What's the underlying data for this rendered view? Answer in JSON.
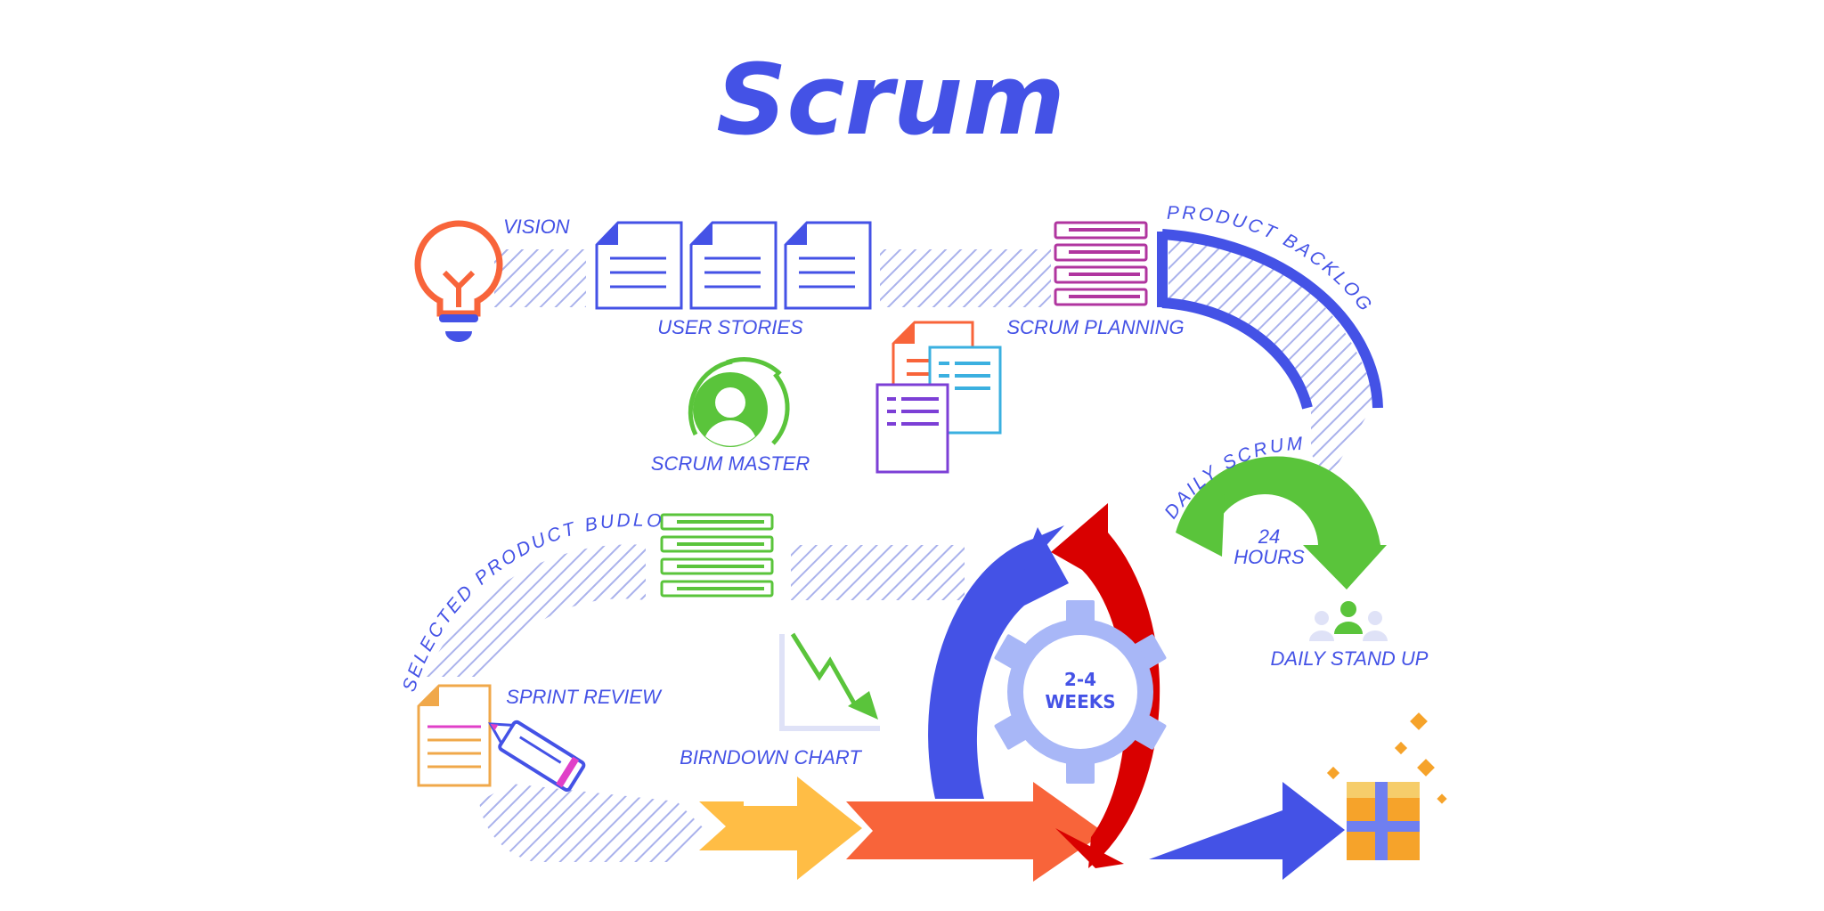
{
  "title": "Scrum",
  "colors": {
    "primary": "#4452e6",
    "orange": "#f8643a",
    "red": "#d90000",
    "green": "#5ac43b",
    "yellow": "#ffbd45",
    "magenta": "#b0359f",
    "hatch": "#aab2ec"
  },
  "labels": {
    "vision": "VISION",
    "user_stories": "USER STORIES",
    "scrum_planning": "SCRUM PLANNING",
    "product_backlog": "PRODUCT BACKLOG",
    "scrum_master": "SCRUM MASTER",
    "daily_scrum": "DAILY SCRUM",
    "hours_line1": "24",
    "hours_line2": "HOURS",
    "daily_stand_up": "DAILY STAND UP",
    "selected_product_backlog": "SELECTED PRODUCT BUDLOCK",
    "sprint_review": "SPRINT REVIEW",
    "burndown_chart": "BIRNDOWN CHART",
    "cycle_line1": "2-4",
    "cycle_line2": "WEEKS"
  },
  "icons": [
    "lightbulb-icon",
    "document-icon",
    "backlog-stack-icon",
    "user-avatar-icon",
    "documents-stack-icon",
    "team-icon",
    "pen-icon",
    "burndown-chart-icon",
    "gear-icon",
    "gift-box-icon",
    "sparkle-icon"
  ]
}
